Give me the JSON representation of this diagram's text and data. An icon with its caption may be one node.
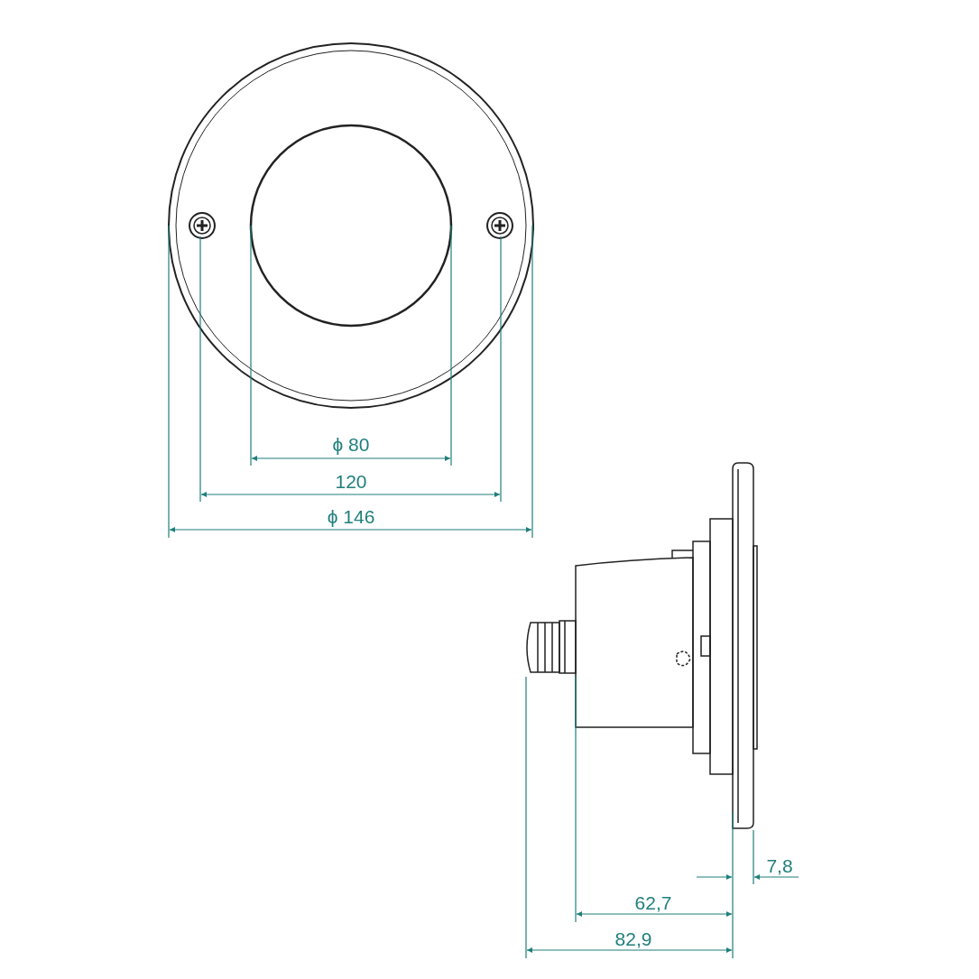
{
  "diagram": {
    "labels": [
      "ϕ 80",
      "120",
      "ϕ 146",
      "7,8",
      "62,7",
      "82,9"
    ]
  }
}
